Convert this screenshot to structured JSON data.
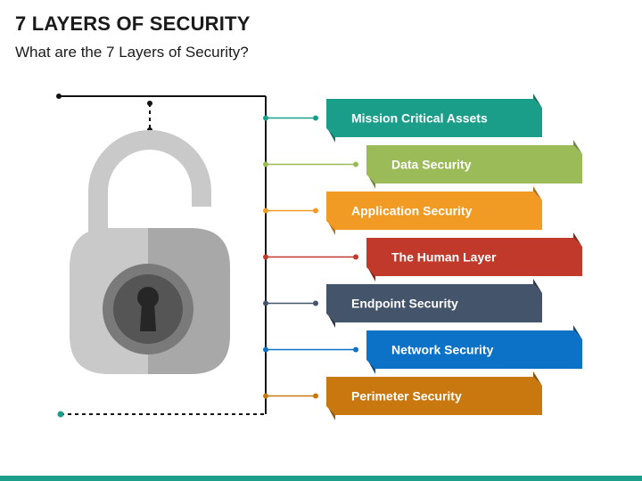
{
  "title": "7 LAYERS OF SECURITY",
  "subtitle": "What are the 7 Layers of Security?",
  "icons": {
    "lock": "padlock-icon"
  },
  "colors": {
    "bottom_bar": "#1a9e8a",
    "connector": "#111111",
    "lock_light": "#c9c9c9",
    "lock_dark": "#a8a8a8",
    "lock_ring": "#7a7a7a",
    "lock_core": "#555555",
    "keyhole": "#262626"
  },
  "layers": [
    {
      "label": "Mission Critical Assets",
      "color": "#1a9e8a",
      "shade": "#137566"
    },
    {
      "label": "Data Security",
      "color": "#9bbb59",
      "shade": "#718c3c"
    },
    {
      "label": "Application Security",
      "color": "#f29b24",
      "shade": "#b8711a"
    },
    {
      "label": "The Human Layer",
      "color": "#c0392b",
      "shade": "#8b261b"
    },
    {
      "label": "Endpoint Security",
      "color": "#44546a",
      "shade": "#2c3847"
    },
    {
      "label": "Network Security",
      "color": "#0b72c8",
      "shade": "#074f8d"
    },
    {
      "label": "Perimeter Security",
      "color": "#c8780e",
      "shade": "#8e5409"
    }
  ]
}
